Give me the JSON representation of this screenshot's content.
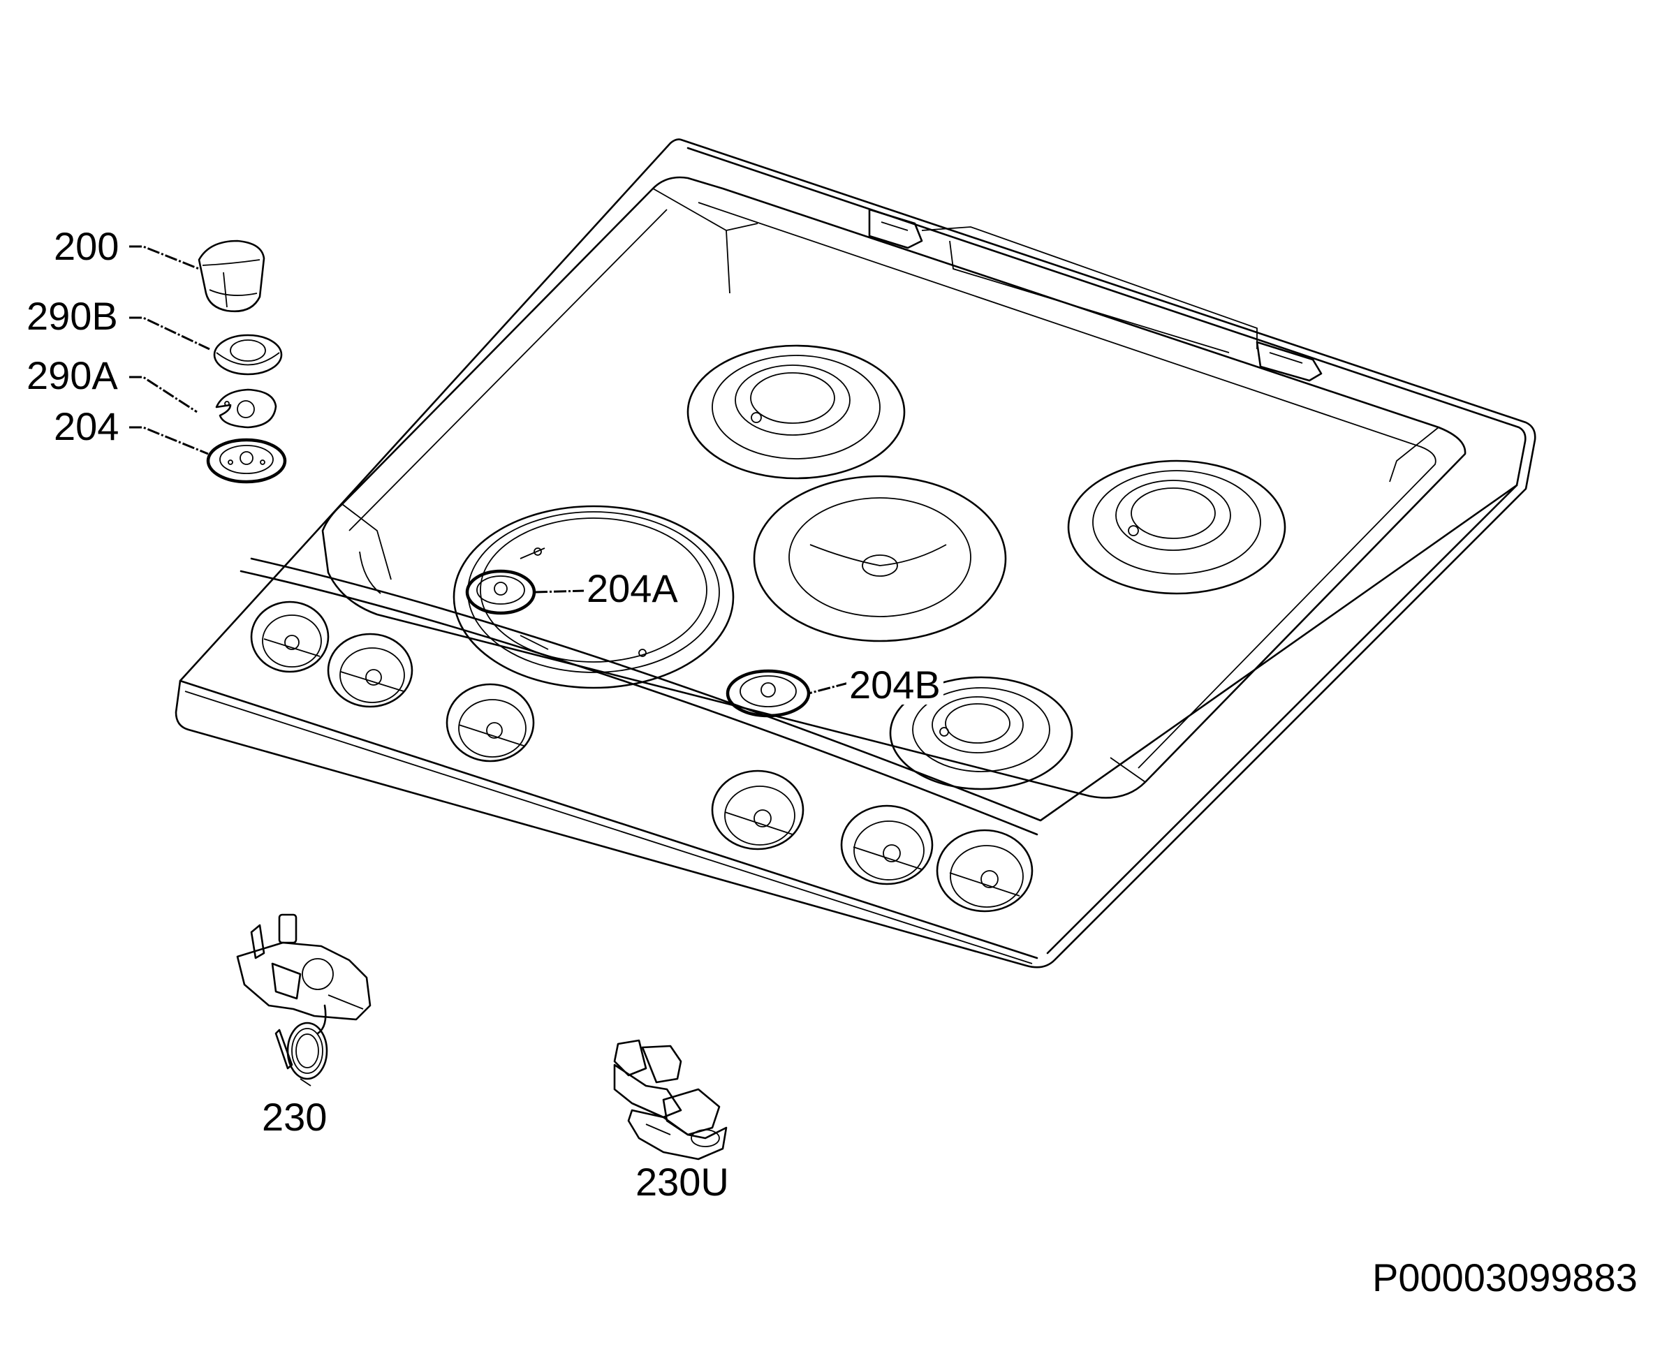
{
  "parts": [
    {
      "id": "p200",
      "label": "200"
    },
    {
      "id": "p290b",
      "label": "290B"
    },
    {
      "id": "p290a",
      "label": "290A"
    },
    {
      "id": "p204",
      "label": "204"
    },
    {
      "id": "p204a",
      "label": "204A"
    },
    {
      "id": "p204b",
      "label": "204B"
    },
    {
      "id": "p230",
      "label": "230"
    },
    {
      "id": "p230u",
      "label": "230U"
    }
  ],
  "drawing_number": "P00003099883",
  "icons": {
    "knob": "knob-icon",
    "spindle-ring": "ring-icon",
    "gasket": "gasket-icon",
    "bezel": "bezel-icon",
    "gas-tap": "gas-tap-icon",
    "thermostat-valve": "valve-icon",
    "hob-top": "hob-top-icon"
  },
  "colors": {
    "line": "#000000",
    "background": "#ffffff"
  }
}
